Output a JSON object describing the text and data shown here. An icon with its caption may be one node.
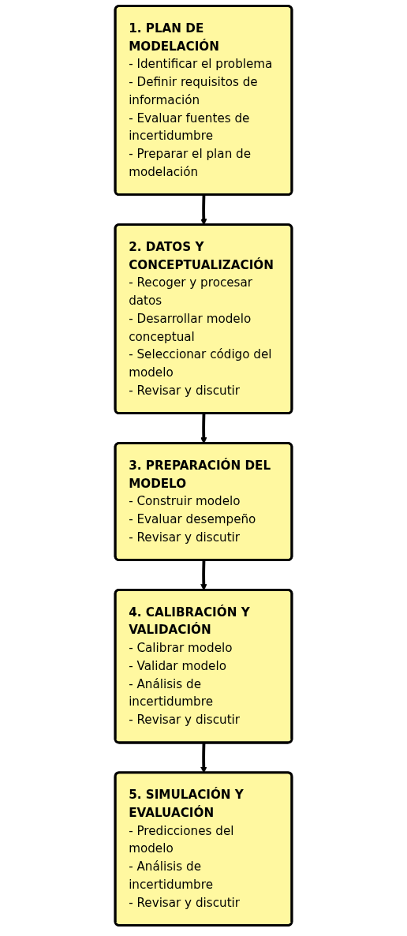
{
  "diagram": {
    "nodes": [
      {
        "text": [
          "1. PLAN DE MODELACIÓN",
          "- Identificar el problema",
          "- Definir requisitos de información",
          "- Evaluar fuentes de incertidumbre",
          "- Preparar el plan de modelación"
        ]
      },
      {
        "text": [
          "2. DATOS Y CONCEPTUALIZACIÓN",
          "- Recoger y procesar datos",
          "- Desarrollar modelo conceptual",
          "- Seleccionar código del modelo",
          "- Revisar y discutir"
        ]
      },
      {
        "text": [
          "3. PREPARACIÓN DEL MODELO",
          "- Construir modelo",
          "- Evaluar desempeño",
          "- Revisar y discutir"
        ]
      },
      {
        "text": [
          "4. CALIBRACIÓN Y VALIDACIÓN",
          "- Calibrar modelo",
          "- Validar modelo",
          "- Análisis de incertidumbre",
          "- Revisar y discutir"
        ]
      },
      {
        "text": [
          "5. SIMULACIÓN Y EVALUACIÓN",
          "- Predicciones del modelo",
          "- Análisis de incertidumbre",
          "- Revisar y discutir"
        ]
      }
    ],
    "edges": [
      {
        "from": 0,
        "to": 1,
        "arrow": "to"
      },
      {
        "from": 1,
        "to": 2,
        "arrow": "to"
      },
      {
        "from": 2,
        "to": 3,
        "arrow": "to"
      },
      {
        "from": 3,
        "to": 4,
        "arrow": "to"
      }
    ]
  }
}
